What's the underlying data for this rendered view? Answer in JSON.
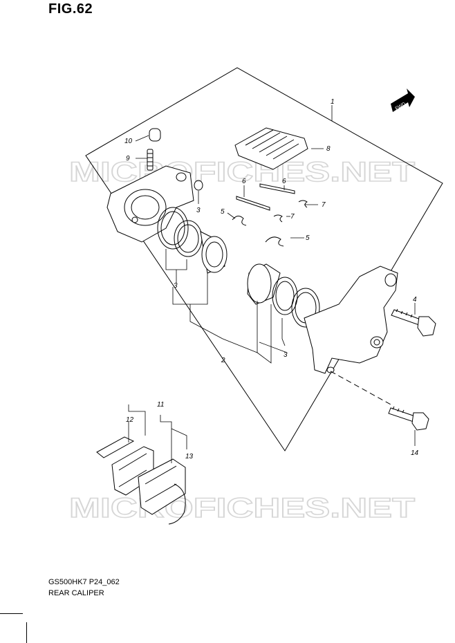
{
  "figure": {
    "title": "FIG.62",
    "model_code": "GS500HK7 P24_062",
    "name": "REAR CALIPER"
  },
  "watermark": {
    "text": "MICROFICHES.NET"
  },
  "direction_indicator": {
    "text": "FWD"
  },
  "callouts": [
    {
      "id": "c1",
      "label": "1"
    },
    {
      "id": "c2",
      "label": "2"
    },
    {
      "id": "c3a",
      "label": "3"
    },
    {
      "id": "c3b",
      "label": "3"
    },
    {
      "id": "c3c",
      "label": "3"
    },
    {
      "id": "c4",
      "label": "4"
    },
    {
      "id": "c5a",
      "label": "5"
    },
    {
      "id": "c5b",
      "label": "5"
    },
    {
      "id": "c6a",
      "label": "6"
    },
    {
      "id": "c6b",
      "label": "6"
    },
    {
      "id": "c7a",
      "label": "7"
    },
    {
      "id": "c7b",
      "label": "7"
    },
    {
      "id": "c8",
      "label": "8"
    },
    {
      "id": "c9",
      "label": "9"
    },
    {
      "id": "c10",
      "label": "10"
    },
    {
      "id": "c11",
      "label": "11"
    },
    {
      "id": "c12",
      "label": "12"
    },
    {
      "id": "c13",
      "label": "13"
    },
    {
      "id": "c14",
      "label": "14"
    }
  ],
  "colors": {
    "line": "#000000",
    "watermark": "#d9d9d9",
    "background": "#ffffff"
  }
}
